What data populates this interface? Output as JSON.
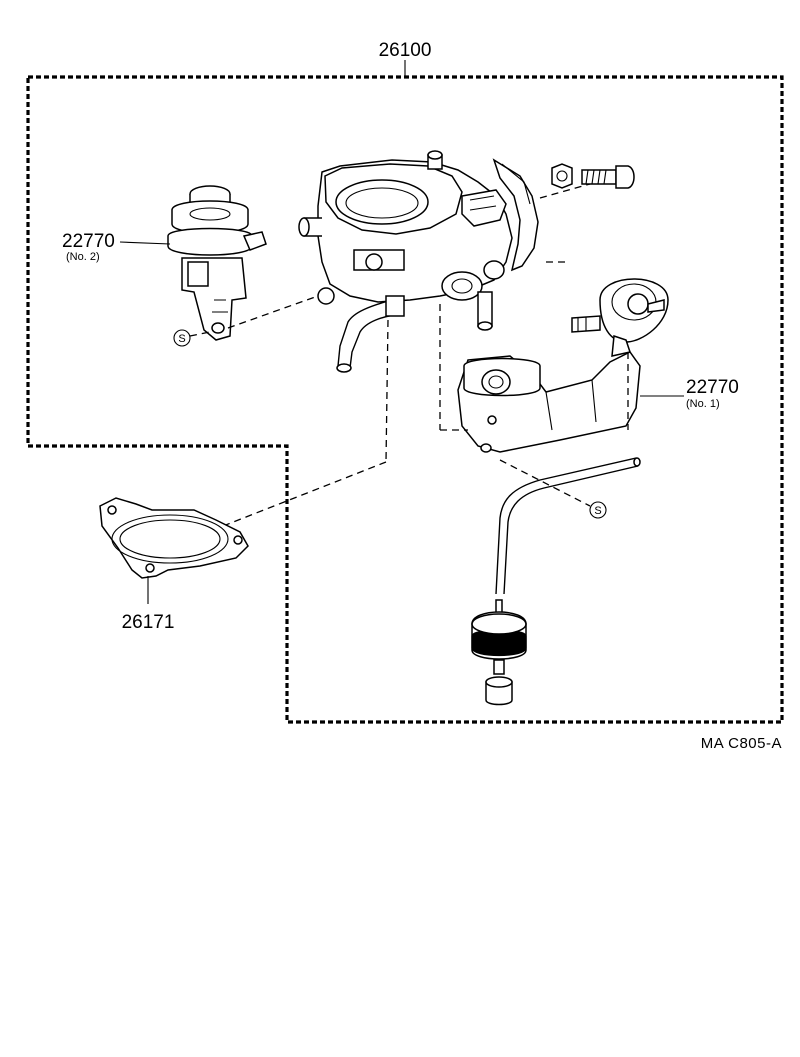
{
  "labels": {
    "assembly": "26100",
    "valve_no2": "22770",
    "valve_no2_sub": "(No. 2)",
    "valve_no1": "22770",
    "valve_no1_sub": "(No. 1)",
    "gasket": "26171",
    "sealant_symbol": "S",
    "diagram_ref": "MA  C805-A"
  }
}
